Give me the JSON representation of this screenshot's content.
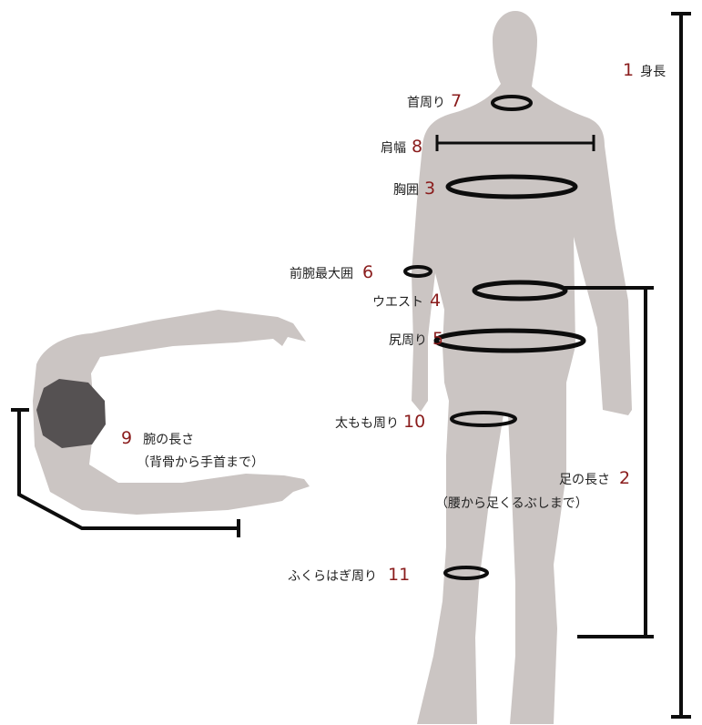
{
  "colors": {
    "body": "#cbc5c3",
    "head_top_view": "#555152",
    "line": "#0d0d0d",
    "number": "#8a1c1c",
    "text": "#222222"
  },
  "measurements": [
    {
      "key": "height",
      "label": "身長",
      "number": "1"
    },
    {
      "key": "neck",
      "label": "首周り",
      "number": "7"
    },
    {
      "key": "shoulder",
      "label": "肩幅",
      "number": "8"
    },
    {
      "key": "chest",
      "label": "胸囲",
      "number": "3"
    },
    {
      "key": "forearm",
      "label": "前腕最大囲",
      "number": "6"
    },
    {
      "key": "waist",
      "label": "ウエスト",
      "number": "4"
    },
    {
      "key": "hip",
      "label": "尻周り",
      "number": "5"
    },
    {
      "key": "thigh",
      "label": "太もも周り",
      "number": "10"
    },
    {
      "key": "leg_length",
      "label": "足の長さ",
      "number": "2",
      "note": "（腰から足くるぶしまで）"
    },
    {
      "key": "calf",
      "label": "ふくらはぎ周り",
      "number": "11"
    },
    {
      "key": "arm_length",
      "label": "腕の長さ",
      "number": "9",
      "note": "（背骨から手首まで）"
    }
  ]
}
